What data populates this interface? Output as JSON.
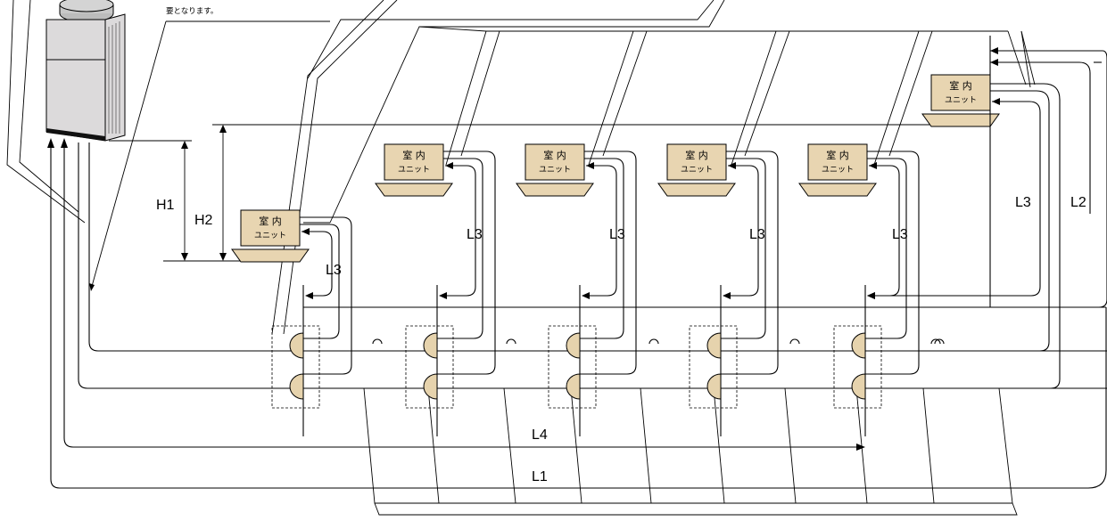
{
  "note_text": "要となります。",
  "indoor_unit": {
    "line1": "室 内",
    "line2": "ユニット",
    "count": 6
  },
  "branch_kits": 5,
  "labels": {
    "h1": "H1",
    "h2": "H2",
    "l1": "L1",
    "l2": "L2",
    "l3": "L3",
    "l4": "L4"
  },
  "colors": {
    "outdoor_body": "#dcdadb",
    "indoor_unit": "#e8d5b1",
    "branch_fitting": "#e6d3ad"
  }
}
